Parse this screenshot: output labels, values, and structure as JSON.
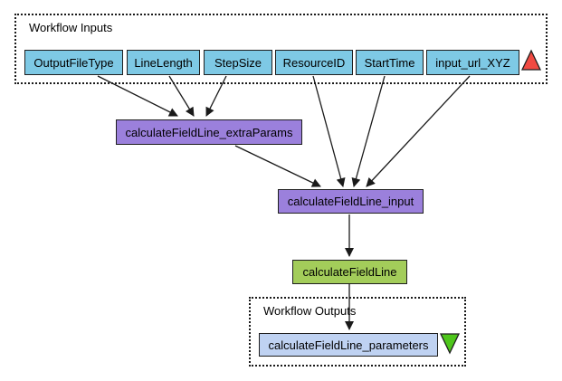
{
  "groups": {
    "inputs": {
      "label": "Workflow Inputs"
    },
    "outputs": {
      "label": "Workflow Outputs"
    }
  },
  "input_ports": [
    {
      "label": "OutputFileType"
    },
    {
      "label": "LineLength"
    },
    {
      "label": "StepSize"
    },
    {
      "label": "ResourceID"
    },
    {
      "label": "StartTime"
    },
    {
      "label": "input_url_XYZ"
    }
  ],
  "processors": {
    "extra_params": {
      "label": "calculateFieldLine_extraParams"
    },
    "input": {
      "label": "calculateFieldLine_input"
    },
    "main": {
      "label": "calculateFieldLine"
    }
  },
  "output_ports": [
    {
      "label": "calculateFieldLine_parameters"
    }
  ],
  "icons": {
    "input_marker": "red-up-triangle",
    "output_marker": "green-down-triangle"
  },
  "colors": {
    "input_port_fill": "#7ec9e5",
    "processor_purple_fill": "#9b80dc",
    "processor_green_fill": "#a3cd5a",
    "output_port_fill": "#bfd2f2",
    "input_marker_fill": "#f14a42",
    "output_marker_fill": "#4ec61b",
    "edge_color": "#1a1a1a"
  }
}
